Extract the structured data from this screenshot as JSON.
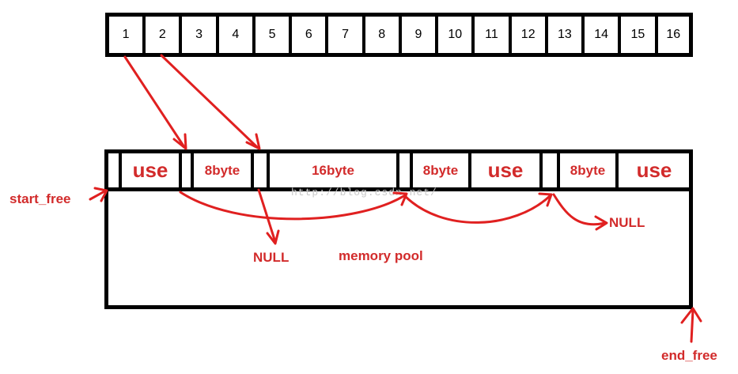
{
  "free_list": {
    "slots": [
      "1",
      "2",
      "3",
      "4",
      "5",
      "6",
      "7",
      "8",
      "9",
      "10",
      "11",
      "12",
      "13",
      "14",
      "15",
      "16"
    ]
  },
  "pool_blocks": {
    "use_1": "use",
    "byte8_1": "8byte",
    "byte16": "16byte",
    "byte8_2": "8byte",
    "use_2": "use",
    "byte8_3": "8byte",
    "use_3": "use"
  },
  "labels": {
    "start_free": "start_free",
    "end_free": "end_free",
    "null_1": "NULL",
    "null_2": "NULL",
    "memory_pool": "memory pool"
  },
  "watermark": "http://blog.csdn.net/",
  "colors": {
    "arrow": "#e02020",
    "text_red": "#d22b2b",
    "line": "#000000"
  }
}
